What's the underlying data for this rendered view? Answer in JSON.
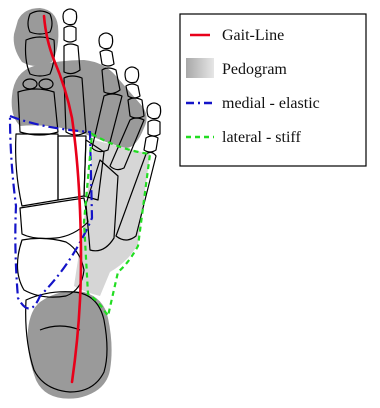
{
  "legend": {
    "items": [
      {
        "label": "Gait-Line",
        "color": "#e8001a",
        "style": "solid"
      },
      {
        "label": "Pedogram",
        "color": "#9a9a9a",
        "style": "swatch"
      },
      {
        "label": "medial - elastic",
        "color": "#1414c8",
        "style": "dash-dot"
      },
      {
        "label": "lateral - stiff",
        "color": "#22dd22",
        "style": "dashed"
      }
    ]
  },
  "colors": {
    "pedogram_dark": "#9a9a9a",
    "pedogram_light": "#d6d6d6",
    "bone_outline": "#000000",
    "gait_line": "#e8001a",
    "medial": "#1414c8",
    "lateral": "#22dd22"
  }
}
